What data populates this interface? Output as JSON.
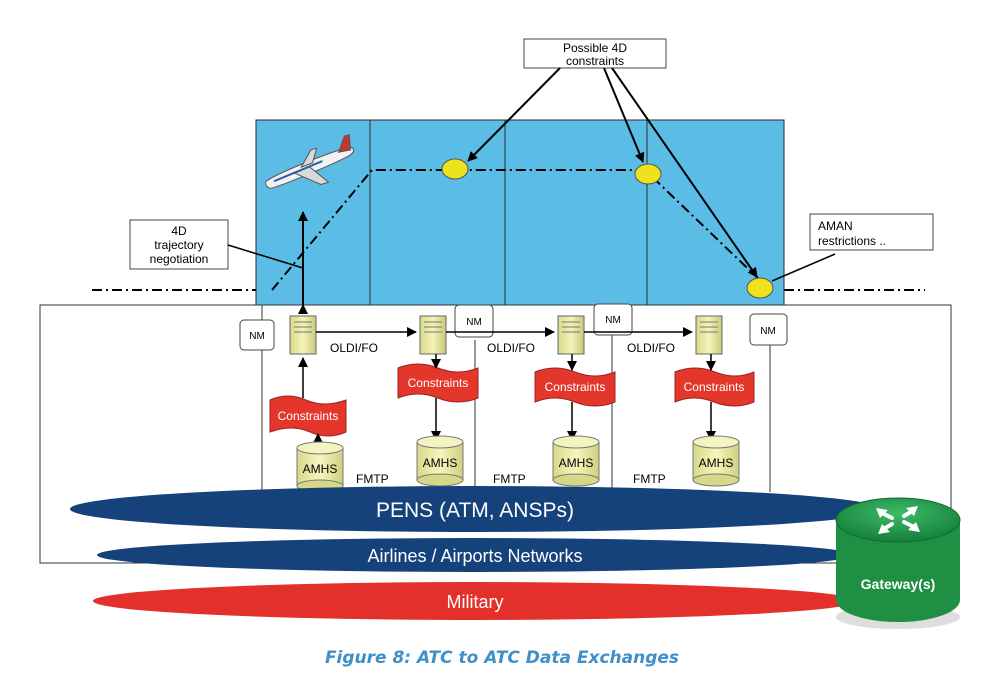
{
  "colors": {
    "airspace": "#5bbde6",
    "pens": "#15427a",
    "military": "#e3302a",
    "constraint_flag": "#e4372c",
    "server": "#efefa9",
    "waypoint": "#ece31c",
    "gateway": "#1f9b49",
    "caption": "#3f8fc9"
  },
  "callouts": {
    "possible_4d_line1": "Possible 4D",
    "possible_4d_line2": "constraints",
    "trajectory_line1": "4D",
    "trajectory_line2": "trajectory",
    "trajectory_line3": "negotiation",
    "aman_line1": "AMAN",
    "aman_line2": "restrictions .."
  },
  "labels": {
    "nm": "NM",
    "oldi_fo": "OLDI/FO",
    "constraints": "Constraints",
    "amhs": "AMHS",
    "fmtp": "FMTP"
  },
  "networks": {
    "pens": "PENS (ATM, ANSPs)",
    "airlines": "Airlines / Airports Networks",
    "military": "Military"
  },
  "gateway": {
    "label": "Gateway(s)",
    "icon": "router-arrows-icon"
  },
  "caption": "Figure 8: ATC to ATC Data Exchanges"
}
